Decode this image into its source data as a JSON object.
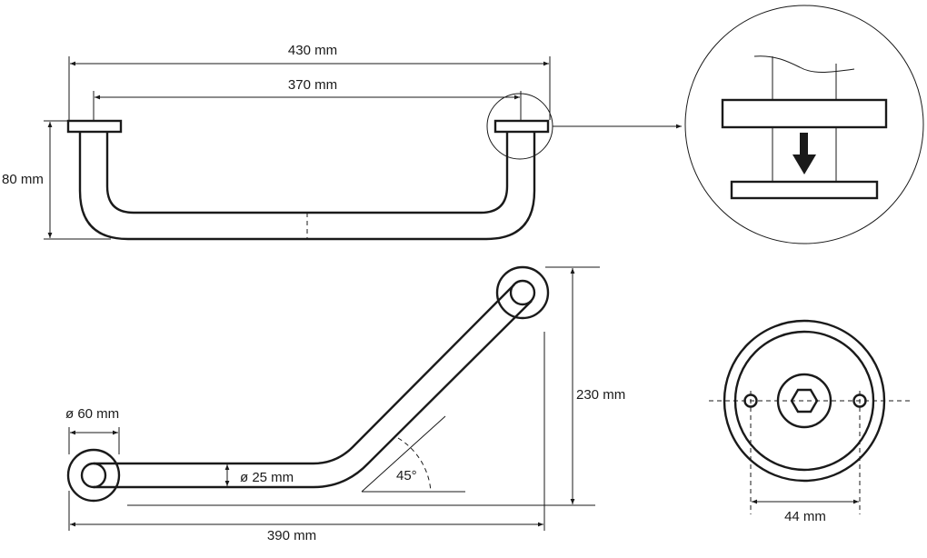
{
  "top_view": {
    "overall_width": "430 mm",
    "center_distance": "370 mm",
    "height": "80 mm"
  },
  "detail_view": {
    "arrow": "down-arrow-icon"
  },
  "angled_view": {
    "flange_diameter": "ø 60 mm",
    "tube_diameter": "ø 25 mm",
    "angle": "45°",
    "height": "230 mm",
    "width": "390 mm"
  },
  "flange_view": {
    "hole_spacing": "44 mm"
  },
  "colors": {
    "line": "#1a1a1a",
    "background": "#ffffff"
  }
}
